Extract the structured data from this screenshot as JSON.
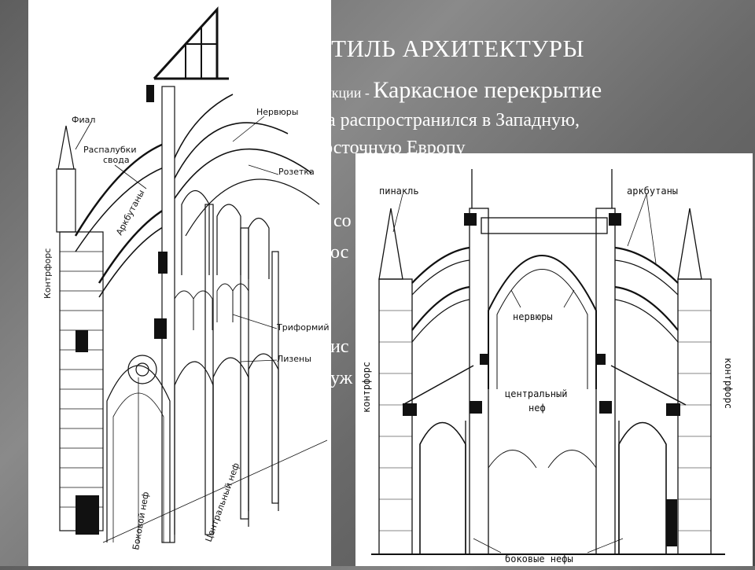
{
  "slide": {
    "title": "СТИЛЬ АРХИТЕКТУРЫ",
    "line1_prefix": "рукции - ",
    "line1_main": "Каркасное перекрытие",
    "line2": "а распространился в Западную,",
    "line3": "восточную Европу",
    "fragments": [
      "со",
      "ос",
      "ис",
      "уж"
    ]
  },
  "left_diagram": {
    "labels": {
      "fial": "Фиал",
      "raspalubki_1": "Распалубки",
      "raspalubki_2": "свода",
      "arkbutany": "Аркбутаны",
      "nervyury": "Нервюры",
      "rozetka": "Розетка",
      "kontrfors": "Контрфорс",
      "triforiy": "Триформий",
      "lizeny": "Лизены",
      "bokovoy_nef": "Боковой неф",
      "centralny_nef": "Центральный неф"
    }
  },
  "right_diagram": {
    "labels": {
      "pinakl": "пинакль",
      "arkbutany": "аркбутаны",
      "nervyury": "нервюры",
      "centralny_1": "центральный",
      "centralny_2": "неф",
      "kontrfors_left": "контрфорс",
      "kontrfors_right": "контрфорс",
      "bokovye_nefy": "боковые нефы"
    }
  }
}
